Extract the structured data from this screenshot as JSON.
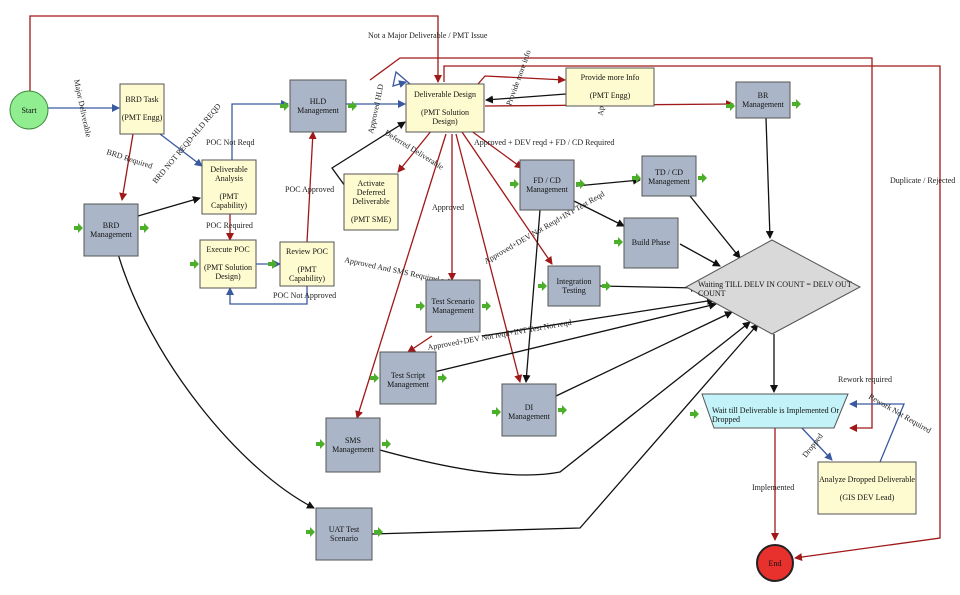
{
  "colors": {
    "task_fill": "#fffbd0",
    "system_fill": "#aab6c8",
    "decision_fill": "#d9d9d9",
    "wait_fill": "#c3f3f8",
    "start_fill": "#90ee90",
    "end_fill": "#e8302c",
    "red_arrow": "#a01818",
    "blue_arrow": "#3a5aa0",
    "black_arrow": "#111111",
    "marker": "#4caf2a"
  },
  "nodes": {
    "start": "Start",
    "end": "End",
    "brd_task": [
      "BRD Task",
      "",
      "(PMT Engg)"
    ],
    "brd_mgmt": [
      "BRD",
      "Management"
    ],
    "deliv_analysis": [
      "Deliverable",
      "Analysis",
      "",
      "(PMT",
      "Capability)"
    ],
    "execute_poc": [
      "Execute POC",
      "",
      "(PMT Solution",
      "Design)"
    ],
    "review_poc": [
      "Review POC",
      "",
      "(PMT",
      "Capability)"
    ],
    "hld_mgmt": [
      "HLD",
      "Management"
    ],
    "deliv_design": [
      "Deliverable Design",
      "",
      "(PMT Solution",
      "Design)"
    ],
    "activate_deferred": [
      "Activate",
      "Deferred",
      "Deliverable",
      "",
      "(PMT SME)"
    ],
    "provide_info": [
      "Provide more Info",
      "",
      "(PMT Engg)"
    ],
    "br_mgmt": [
      "BR",
      "Management"
    ],
    "fd_cd_mgmt": [
      "FD / CD",
      "Management"
    ],
    "td_cd_mgmt": [
      "TD / CD",
      "Management"
    ],
    "build_phase": [
      "Build Phase"
    ],
    "integration_testing": [
      "Integration",
      "Testing"
    ],
    "test_scenario_mgmt": [
      "Test Scenario",
      "Management"
    ],
    "test_script_mgmt": [
      "Test Script",
      "Management"
    ],
    "di_mgmt": [
      "DI",
      "Management"
    ],
    "sms_mgmt": [
      "SMS",
      "Management"
    ],
    "uat_test_scenario": [
      "UAT Test",
      "Scenario"
    ],
    "waiting_decision": [
      "Waiting TILL DELV IN COUNT = DELV OUT",
      "COUNT"
    ],
    "wait_implemented": [
      "Wait till Deliverable is Implemented Or",
      "Dropped"
    ],
    "analyze_dropped": [
      "Analyze Dropped Deliverable",
      "",
      "(GIS DEV Lead)"
    ]
  },
  "labels": {
    "not_major": "Not a Major Deliverable / PMT Issue",
    "major_deliverable": "Major Deliverable",
    "brd_required": "BRD Required",
    "brd_not_reqd": "BRD NOT REQD-HLD REQD",
    "poc_not_reqd": "POC Not Reqd",
    "poc_required": "POC Required",
    "poc_approved": "POC Approved",
    "poc_not_approved": "POC Not Approved",
    "approved_hld": "Approved HLD",
    "provide_more_info": "Provide more info",
    "approved": "Approved",
    "approved_dev_fd_cd": "Approved + DEV reqd + FD / CD Required",
    "deferred_deliverable": "Deferred Deliverable",
    "approved_mid": "Approved",
    "approved_dev_not_int": "Approved+DEV Not Reqd+INT Test Reqd",
    "approved_sms": "Approved And SMS Required = Yes",
    "approved_dev_not_int_not": "Approved+DEV Not reqd+INT Test Not reqd",
    "duplicate_rejected": "Duplicate / Rejected",
    "rework_required": "Rework required",
    "rework_not_required": "Rework Not Required",
    "dropped": "Dropped",
    "implemented": "Implemented"
  }
}
